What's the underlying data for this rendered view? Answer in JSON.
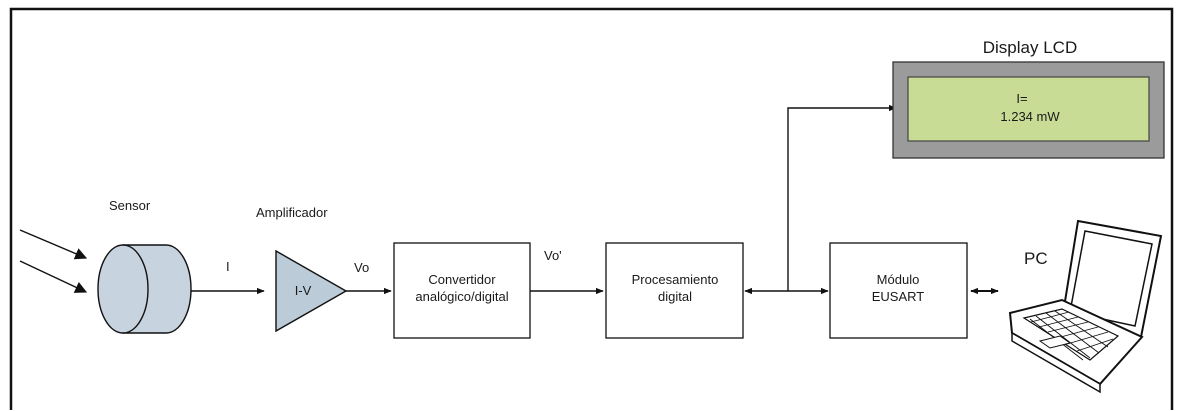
{
  "labels": {
    "sensor": "Sensor",
    "amplifier": "Amplificador",
    "amp_inner": "I-V",
    "signal_i": "I",
    "signal_vo": "Vo",
    "signal_vo2": "Vo'",
    "adc_line1": "Convertidor",
    "adc_line2": "analógico/digital",
    "proc_line1": "Procesamiento",
    "proc_line2": "digital",
    "eusart_line1": "Módulo",
    "eusart_line2": "EUSART",
    "display_title": "Display LCD",
    "display_line1": "I=",
    "display_line2": "1.234 mW",
    "pc": "PC"
  },
  "colors": {
    "sensor_fill": "#c8d3e0",
    "amp_fill": "#bccbd8",
    "lcd_bezel": "#9b9b9b",
    "lcd_screen": "#c9dc96"
  }
}
